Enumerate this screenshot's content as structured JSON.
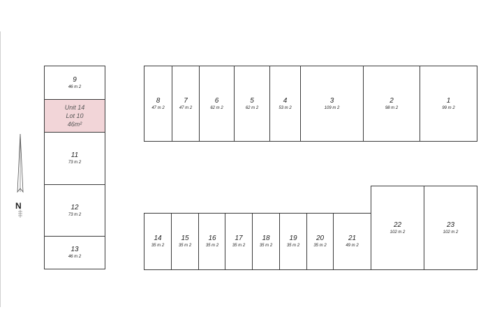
{
  "north": {
    "label": "N"
  },
  "highlight": {
    "unit": "Unit 14",
    "lot": "Lot 10",
    "area": "46m²"
  },
  "lots": {
    "l9": {
      "num": "9",
      "area": "46 m 2"
    },
    "l11": {
      "num": "11",
      "area": "73 m 2"
    },
    "l12": {
      "num": "12",
      "area": "73 m 2"
    },
    "l13": {
      "num": "13",
      "area": "46 m 2"
    },
    "l8": {
      "num": "8",
      "area": "47 m 2"
    },
    "l7": {
      "num": "7",
      "area": "47 m 2"
    },
    "l6": {
      "num": "6",
      "area": "62 m 2"
    },
    "l5": {
      "num": "5",
      "area": "62 m 2"
    },
    "l4": {
      "num": "4",
      "area": "53 m 2"
    },
    "l3": {
      "num": "3",
      "area": "109 m 2"
    },
    "l2": {
      "num": "2",
      "area": "98 m 2"
    },
    "l1": {
      "num": "1",
      "area": "99 m 2"
    },
    "l14": {
      "num": "14",
      "area": "35 m 2"
    },
    "l15": {
      "num": "15",
      "area": "35 m 2"
    },
    "l16": {
      "num": "16",
      "area": "35 m 2"
    },
    "l17": {
      "num": "17",
      "area": "35 m 2"
    },
    "l18": {
      "num": "18",
      "area": "35 m 2"
    },
    "l19": {
      "num": "19",
      "area": "35 m 2"
    },
    "l20": {
      "num": "20",
      "area": "35 m 2"
    },
    "l21": {
      "num": "21",
      "area": "49 m 2"
    },
    "l22": {
      "num": "22",
      "area": "102 m 2"
    },
    "l23": {
      "num": "23",
      "area": "102 m 2"
    }
  }
}
